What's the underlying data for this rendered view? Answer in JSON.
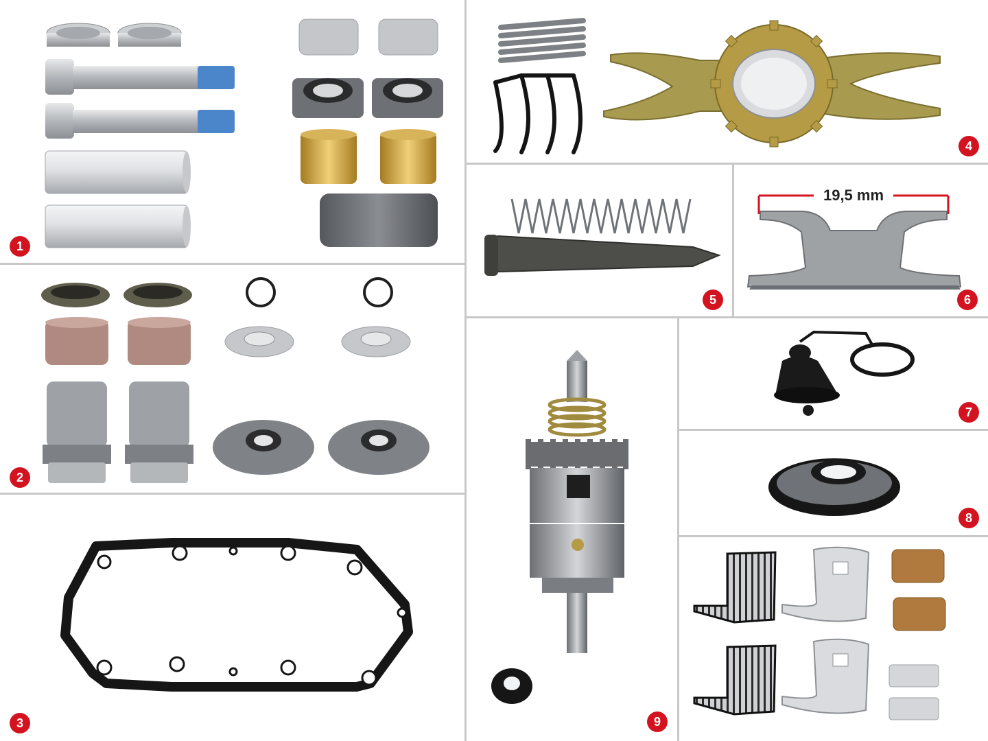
{
  "panels": [
    {
      "number": "1"
    },
    {
      "number": "2"
    },
    {
      "number": "3"
    },
    {
      "number": "4"
    },
    {
      "number": "5"
    },
    {
      "number": "6"
    },
    {
      "number": "7"
    },
    {
      "number": "8"
    },
    {
      "number": "9"
    }
  ],
  "dimension_label": "19,5 mm",
  "colors": {
    "badge": "#d3131f",
    "divider": "#c8c8c8",
    "steel": "#b9bcc0",
    "bronze": "#c9a24a",
    "rubber": "#1c1c1c",
    "gold_plate": "#a89a4e"
  },
  "icons": [
    "panel-1-parts",
    "panel-2-parts",
    "gasket-icon",
    "adjuster-gear-icon",
    "spring-shaft-icon",
    "fork-plate-icon",
    "rubber-cap-icon",
    "seal-ring-icon",
    "adjuster-shaft-icon",
    "needle-bearing-icon"
  ]
}
